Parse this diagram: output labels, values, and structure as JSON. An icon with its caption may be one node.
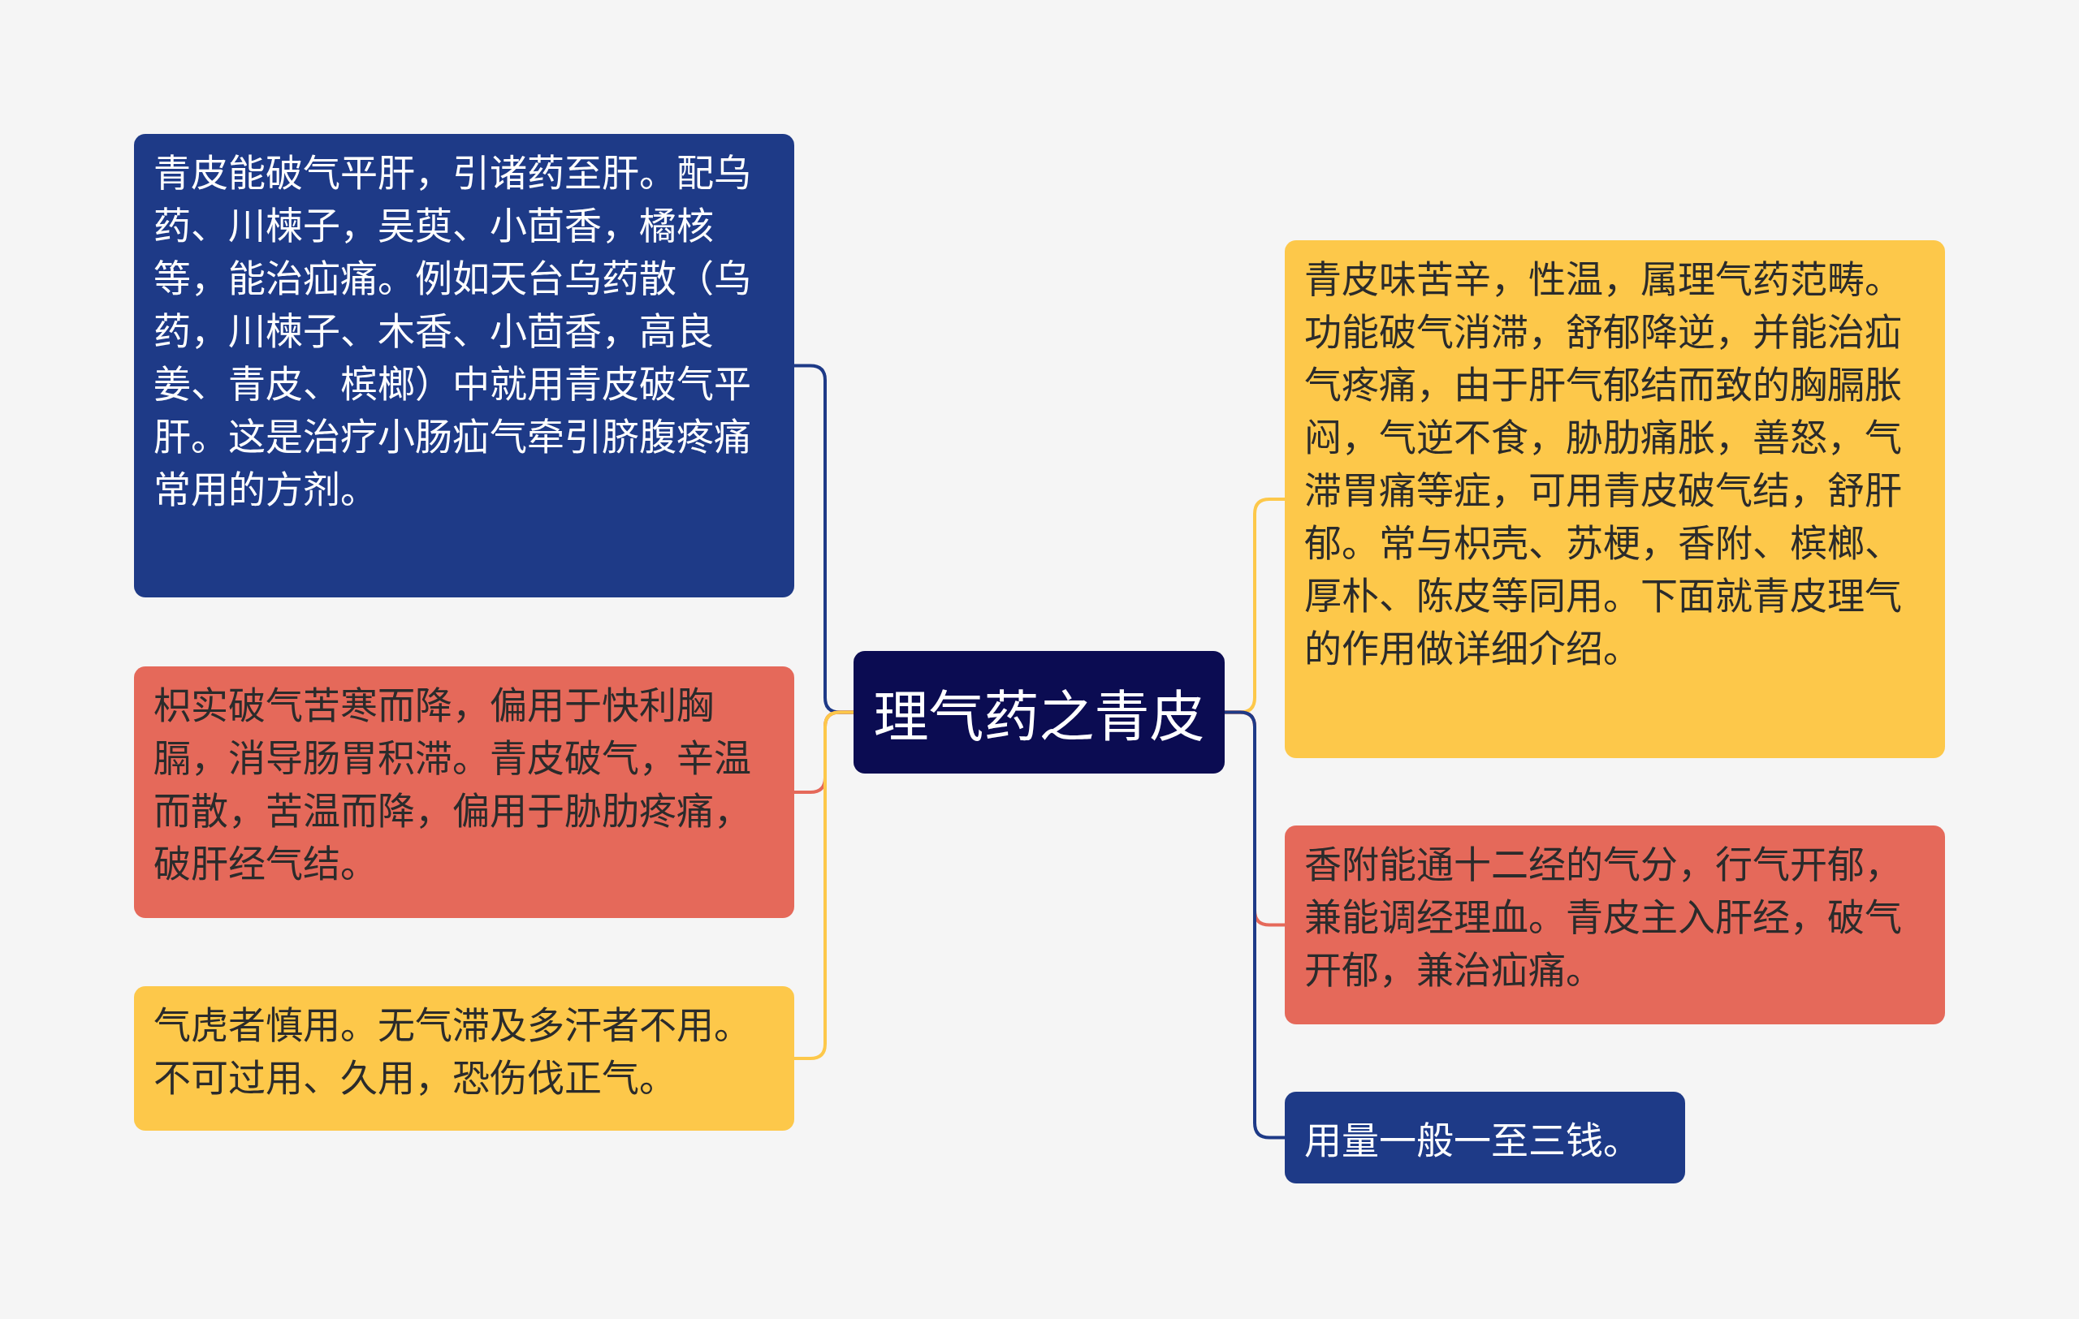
{
  "diagram": {
    "nodes": [
      {
        "text": [
          "理气药之青皮"
        ]
      },
      {
        "text": [
          "青皮能破气平肝，引诸药至肝。配乌药、川楝子，吴萸、小茴香，橘核等，能治疝痛。例如天台乌药散（乌药，川楝子、木香、小茴香，高良姜、青皮、槟榔）中就用青皮破气平肝。这是治疗小肠疝气牵引脐腹疼痛常用的方剂。"
        ]
      },
      {
        "text": [
          "枳实破气苦寒而降，偏用于快利胸膈，消导肠胃积滞。青皮破气，辛温而散，苦温而降，偏用于胁肋疼痛，破肝经气结。"
        ]
      },
      {
        "text": [
          "气虎者慎用。无气滞及多汗者不用。不可过用、久用，恐伤伐正气。"
        ]
      },
      {
        "text": [
          "青皮味苦辛，性温，属理气药范畴。功能破气消滞，舒郁降逆，并能治疝气疼痛，由于肝气郁结而致的胸膈胀闷，气逆不食，胁肋痛胀，善怒，气滞胃痛等症，可用青皮破气结，舒肝郁。常与枳壳、苏梗，香附、槟榔、厚朴、陈皮等同用。下面就青皮理气的作用做详细介绍。"
        ]
      },
      {
        "text": [
          "香附能通十二经的气分，行气开郁，兼能调经理血。青皮主入肝经，破气开郁，兼治疝痛。"
        ]
      },
      {
        "text": [
          "用量一般一至三钱。"
        ]
      }
    ],
    "edges": [
      {
        "from": 0,
        "to": 1,
        "arrow": "none",
        "color": "#1e3a87"
      },
      {
        "from": 0,
        "to": 2,
        "arrow": "none",
        "color": "#e5695a"
      },
      {
        "from": 0,
        "to": 3,
        "arrow": "none",
        "color": "#fdc84a"
      },
      {
        "from": 0,
        "to": 4,
        "arrow": "none",
        "color": "#fdc84a"
      },
      {
        "from": 0,
        "to": 5,
        "arrow": "none",
        "color": "#e5695a"
      },
      {
        "from": 0,
        "to": 6,
        "arrow": "none",
        "color": "#1e3a87"
      }
    ]
  }
}
